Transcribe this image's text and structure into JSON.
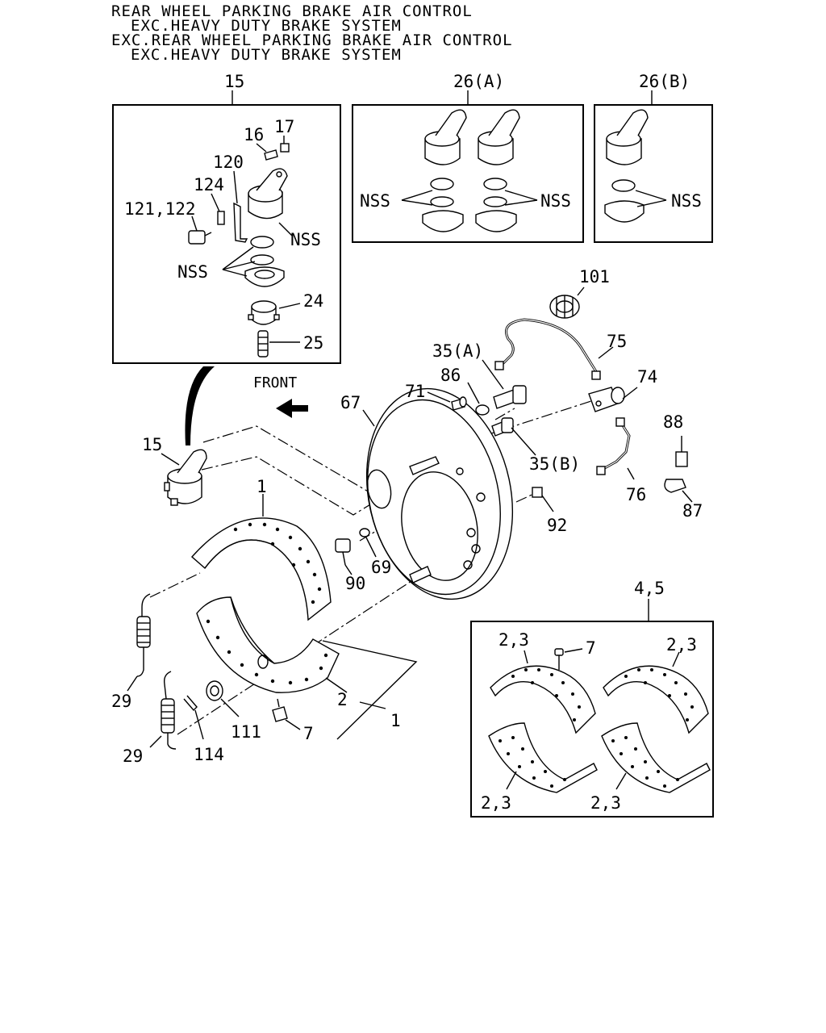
{
  "header": {
    "line1": "REAR WHEEL PARKING BRAKE AIR CONTROL",
    "line2": "EXC.HEAVY DUTY BRAKE SYSTEM",
    "line3": "EXC.REAR WHEEL PARKING BRAKE AIR CONTROL",
    "line4": "EXC.HEAVY DUTY BRAKE SYSTEM"
  },
  "front_label": "FRONT",
  "nss": "NSS",
  "callouts": {
    "c15_box": "15",
    "c26a": "26(A)",
    "c26b": "26(B)",
    "c16": "16",
    "c17": "17",
    "c120": "120",
    "c124": "124",
    "c121_122": "121,122",
    "c24": "24",
    "c25": "25",
    "c101": "101",
    "c75": "75",
    "c74": "74",
    "c76": "76",
    "c88": "88",
    "c87": "87",
    "c92": "92",
    "c35a": "35(A)",
    "c35b": "35(B)",
    "c86": "86",
    "c71": "71",
    "c67": "67",
    "c15": "15",
    "c1_top": "1",
    "c90": "90",
    "c69": "69",
    "c29_a": "29",
    "c29_b": "29",
    "c111": "111",
    "c114": "114",
    "c2": "2",
    "c7": "7",
    "c1": "1",
    "c45": "4,5",
    "c23_a": "2,3",
    "c7_kit": "7",
    "c23_b": "2,3",
    "c23_c": "2,3",
    "c23_d": "2,3"
  }
}
